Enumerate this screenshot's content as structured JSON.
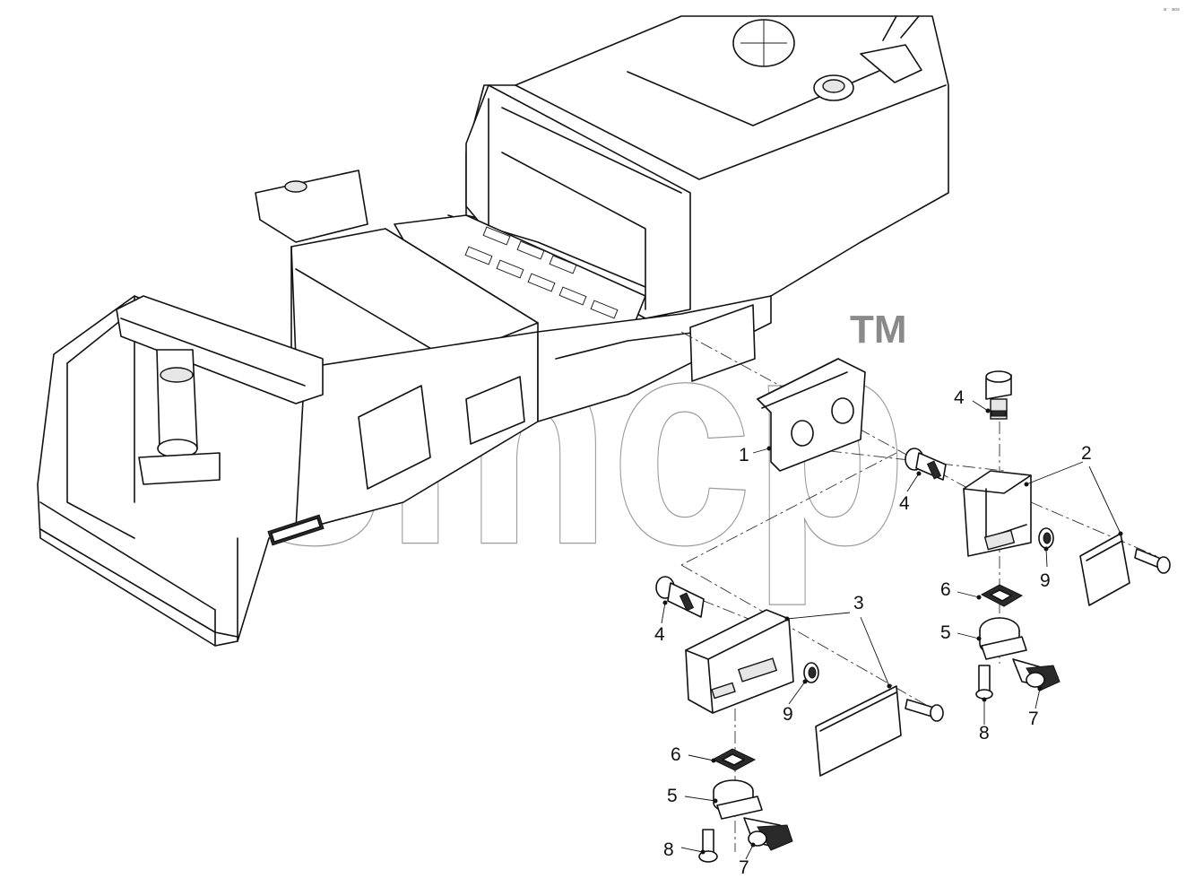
{
  "watermark": {
    "text": "smcp",
    "tm": "TM"
  },
  "corner_note": "a⁻ aos",
  "callouts": [
    "1",
    "2",
    "3",
    "4",
    "4",
    "4",
    "5",
    "5",
    "6",
    "6",
    "7",
    "7",
    "8",
    "8",
    "9",
    "9"
  ]
}
